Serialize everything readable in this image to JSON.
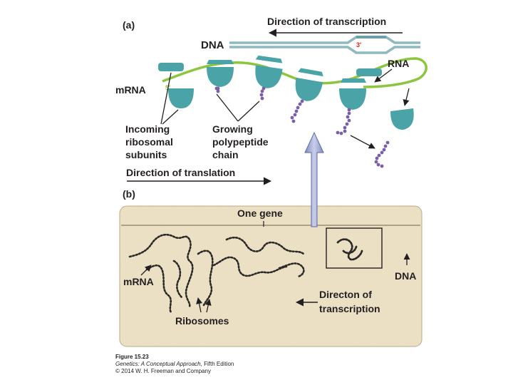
{
  "panel_a": {
    "tag": "(a)",
    "direction_of_transcription": "Direction of transcription",
    "dna": "DNA",
    "three_prime": "3′",
    "rna": "RNA",
    "mrna": "mRNA",
    "five_prime": "5′",
    "incoming": [
      "Incoming",
      "ribosomal",
      "subunits"
    ],
    "growing": [
      "Growing",
      "polypeptide",
      "chain"
    ],
    "direction_of_translation": "Direction of translation"
  },
  "panel_b": {
    "tag": "(b)",
    "one_gene": "One gene",
    "dna": "DNA",
    "mrna": "mRNA",
    "ribosomes": "Ribosomes",
    "direction": [
      "Directon of",
      "transcription"
    ]
  },
  "caption": {
    "figure": "Figure 15.23",
    "book_title": "Genetics: A Conceptual Approach,",
    "edition": "Fifth Edition",
    "copyright": "© 2014 W. H. Freeman and Company"
  },
  "colors": {
    "ribosome": "#4aa3a6",
    "mrna": "#8cc63f",
    "dna": "#8fb8bf",
    "polypeptide": "#7b5ea7",
    "micrograph": "#efe4c9"
  }
}
